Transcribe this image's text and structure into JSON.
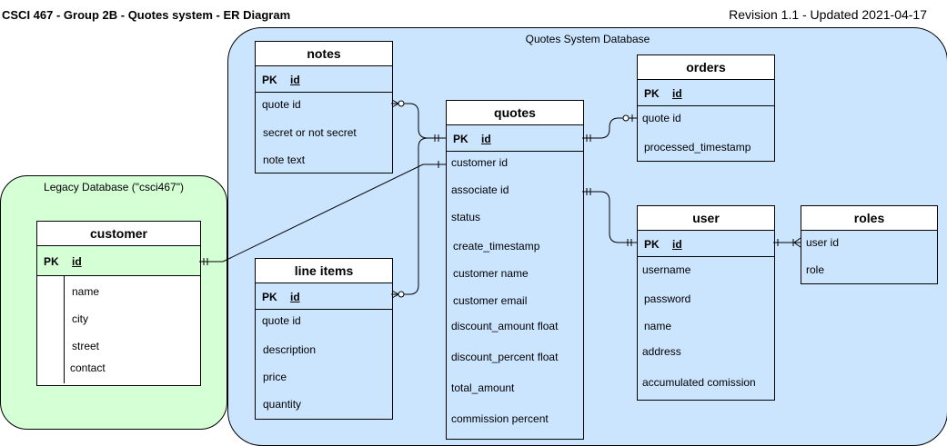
{
  "header": {
    "title": "CSCI 467 - Group 2B - Quotes system - ER Diagram",
    "revision": "Revision 1.1 - Updated 2021-04-17"
  },
  "regions": {
    "quotes_db": "Quotes System Database",
    "legacy_db": "Legacy Database (\"csci467\")"
  },
  "pk_label": "PK",
  "entities": {
    "notes": {
      "title": "notes",
      "pk": "id",
      "fields": [
        "quote id",
        "secret or not secret",
        "note text"
      ]
    },
    "line_items": {
      "title": "line items",
      "pk": "id",
      "fields": [
        "quote id",
        "description",
        "price",
        "quantity"
      ]
    },
    "quotes": {
      "title": "quotes",
      "pk": "id",
      "fields": [
        "customer id",
        "associate id",
        "status",
        "create_timestamp",
        "customer name",
        "customer email",
        "discount_amount float",
        "discount_percent float",
        "total_amount",
        "commission percent"
      ]
    },
    "orders": {
      "title": "orders",
      "pk": "id",
      "fields": [
        "quote id",
        "processed_timestamp"
      ]
    },
    "user": {
      "title": "user",
      "pk": "id",
      "fields": [
        "username",
        "password",
        "name",
        "address",
        "accumulated comission"
      ]
    },
    "roles": {
      "title": "roles",
      "fields": [
        "user id",
        "role"
      ]
    },
    "customer": {
      "title": "customer",
      "pk": "id",
      "fields": [
        "name",
        "city",
        "street",
        "contact"
      ]
    }
  }
}
